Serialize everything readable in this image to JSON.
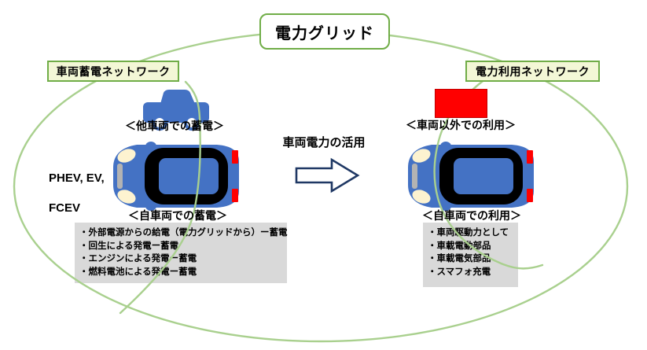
{
  "diagram": {
    "title": "電力グリッド",
    "arrow_label": "車両電力の活用",
    "vehicle_types_line1": "PHEV, EV,",
    "vehicle_types_line2": "FCEV",
    "left_network": {
      "label": "車両蓄電ネットワーク",
      "other_vehicle_caption": "＜他車両での蓄電＞",
      "own_vehicle_caption": "＜自車両での蓄電＞",
      "details": [
        "・外部電源からの給電（電力グリッドから）ー蓄電",
        "・回生による発電ー蓄電",
        "・エンジンによる発電ー蓄電",
        "・燃料電池による発電ー蓄電"
      ]
    },
    "right_network": {
      "label": "電力利用ネットワーク",
      "non_vehicle_caption": "＜車両以外での利用＞",
      "own_vehicle_caption": "＜自車両での利用＞",
      "details": [
        "・車両駆動力として",
        "・車載電動部品",
        "・車載電気部品",
        "・スマフォ充電"
      ]
    },
    "colors": {
      "curve_green": "#a9d08e",
      "border_green": "#70ad47",
      "label_bg": "#f3f7d6",
      "car_blue": "#4472c4",
      "red_box": "#ff0000",
      "detail_box_bg": "#d9d9d9",
      "arrow_outline": "#1f3864"
    }
  }
}
